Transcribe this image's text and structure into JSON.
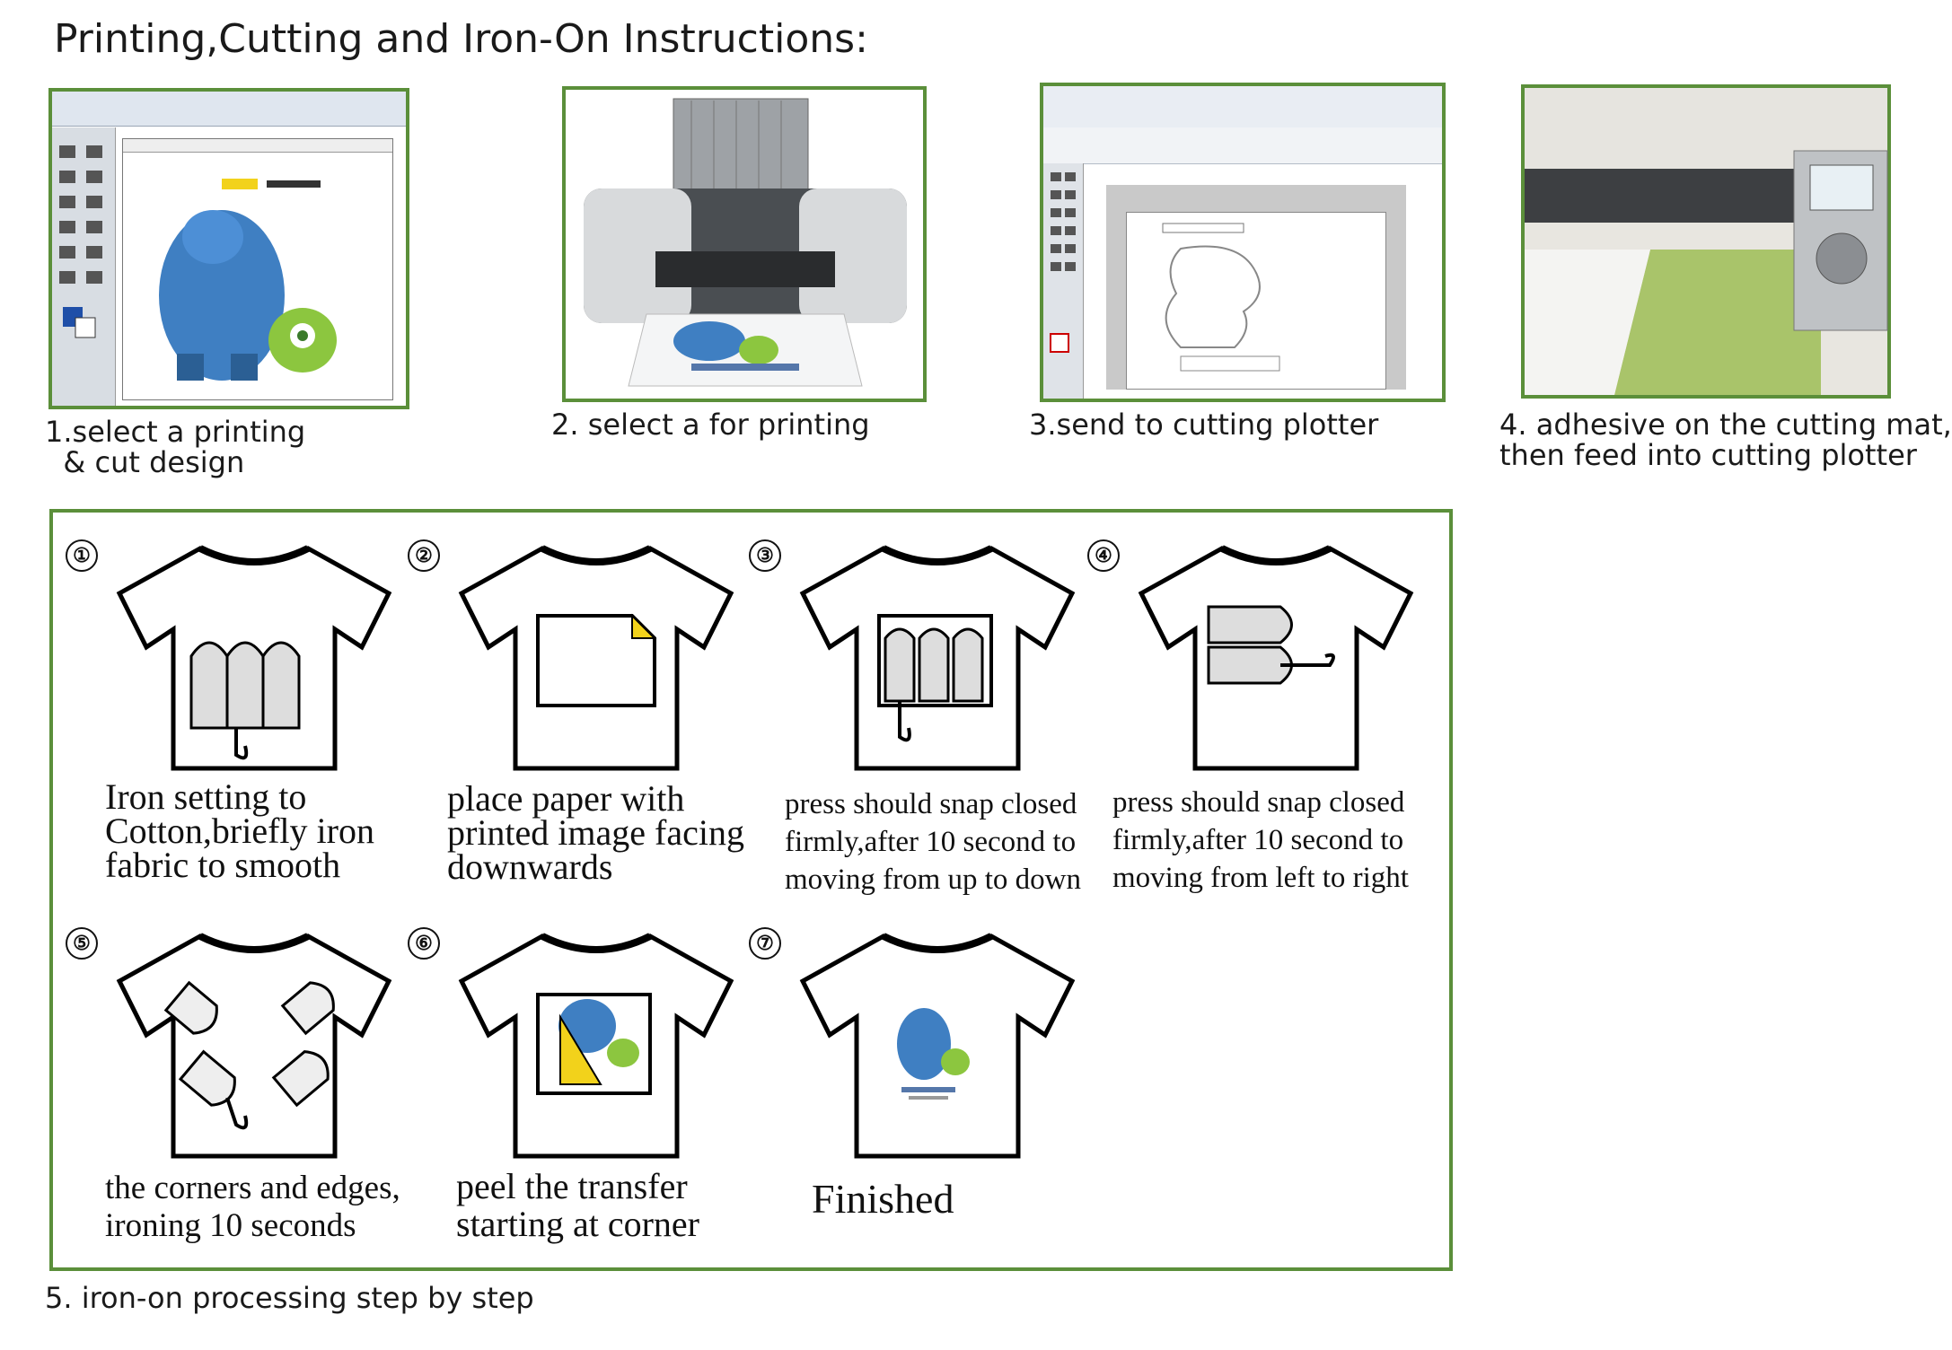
{
  "title": "Printing,Cutting and Iron-On Instructions:",
  "top_steps": [
    {
      "caption": "1.select a printing\n  & cut design"
    },
    {
      "caption": "2. select a for printing"
    },
    {
      "caption": "3.send to cutting plotter"
    },
    {
      "caption": "4. adhesive on the cutting mat,\nthen feed into cutting plotter"
    }
  ],
  "iron_steps": [
    {
      "num": "①",
      "text": "Iron setting to\nCotton,briefly iron\nfabric to smooth"
    },
    {
      "num": "②",
      "text": "place paper with\nprinted image facing\ndownwards"
    },
    {
      "num": "③",
      "text": "press should snap closed\nfirmly,after 10 second to\nmoving from up to down"
    },
    {
      "num": "④",
      "text": "press should snap closed\nfirmly,after 10 second to\nmoving from left to right"
    },
    {
      "num": "⑤",
      "text": "the corners and edges,\nironing 10 seconds"
    },
    {
      "num": "⑥",
      "text": "peel the transfer\nstarting at corner"
    },
    {
      "num": "⑦",
      "text": "Finished"
    }
  ],
  "bottom_caption": "5. iron-on processing step by step",
  "colors": {
    "frame": "#5b8f3a",
    "accent_yellow": "#f2d21b",
    "sulley_blue": "#3f7fc2",
    "mike_green": "#8cc63f"
  }
}
